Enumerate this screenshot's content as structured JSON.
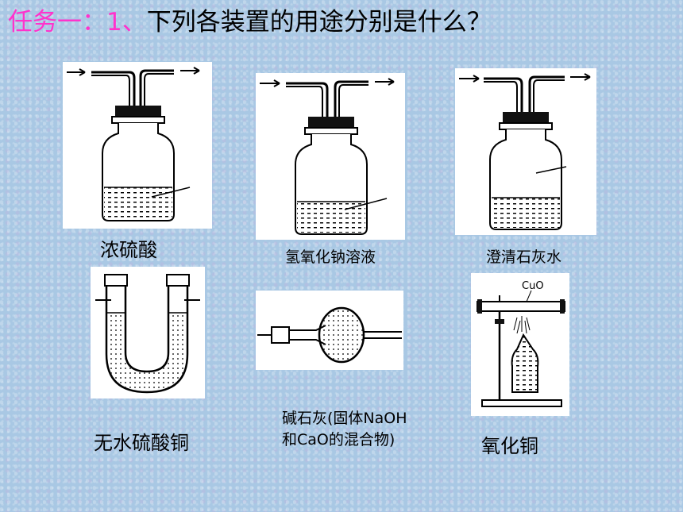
{
  "title": {
    "prefix": "任务一：1、",
    "question": "下列各装置的用途分别是什么？"
  },
  "labels": {
    "conc_sulfuric": "浓硫酸",
    "naoh_solution": "氢氧化钠溶液",
    "limewater": "澄清石灰水",
    "anhydrous_cuso4": "无水硫酸铜",
    "soda_lime_line1": "碱石灰(固体NaOH",
    "soda_lime_line2": "和CaO的混合物)",
    "copper_oxide": "氧化铜",
    "cuo_tag": "CuO"
  },
  "colors": {
    "title_pink": "#ff33cc",
    "background": "#a9c8e4"
  }
}
